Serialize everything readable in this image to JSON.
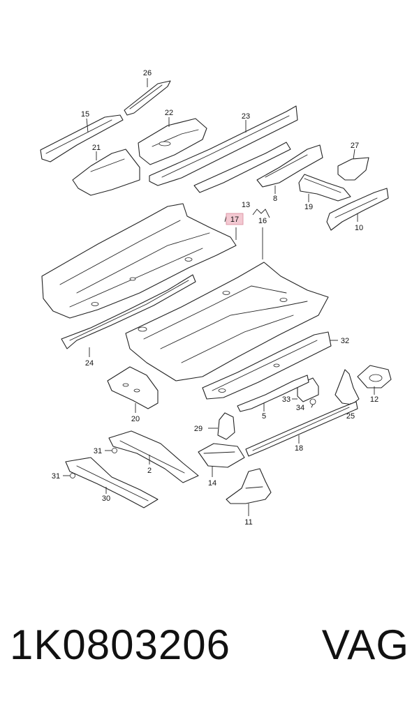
{
  "diagram": {
    "highlight_color": "#f3c9d2",
    "callouts": [
      "26",
      "15",
      "22",
      "23",
      "21",
      "27",
      "8",
      "19",
      "10",
      "13",
      "17",
      "16",
      "24",
      "32",
      "20",
      "33",
      "34",
      "5",
      "12",
      "25",
      "29",
      "31",
      "2",
      "18",
      "14",
      "30",
      "11"
    ]
  },
  "footer": {
    "part_number": "1K0803206",
    "brand": "VAG"
  }
}
